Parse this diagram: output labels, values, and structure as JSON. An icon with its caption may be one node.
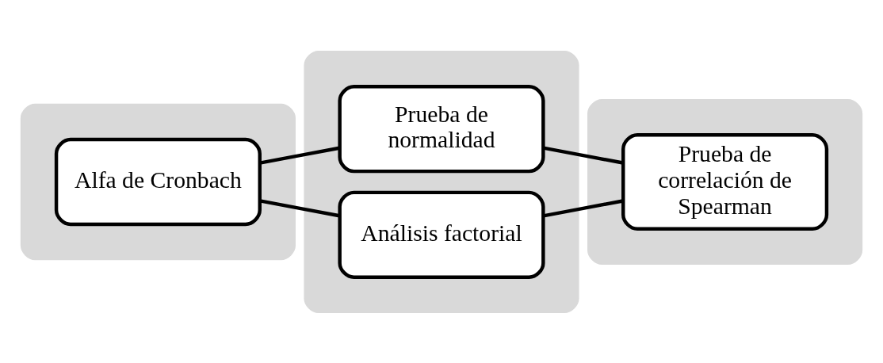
{
  "diagram": {
    "nodes": [
      {
        "text": [],
        "shape": "box"
      },
      {
        "text": [
          "Alfa de Cronbach"
        ],
        "in": 0
      },
      {
        "text": [],
        "shape": "box"
      },
      {
        "text": [
          "Prueba de normalidad"
        ],
        "in": 2
      },
      {
        "text": [
          "Análisis factorial"
        ],
        "in": 2
      },
      {
        "text": [],
        "shape": "box"
      },
      {
        "text": [
          "Prueba de correlación de Spearman"
        ],
        "in": 5
      }
    ],
    "edges": [
      {
        "from": 1,
        "to": 3,
        "arrow": "none"
      },
      {
        "from": 1,
        "to": 4,
        "arrow": "none"
      },
      {
        "from": 3,
        "to": 6,
        "arrow": "none"
      },
      {
        "from": 4,
        "to": 6,
        "arrow": "none"
      }
    ]
  }
}
